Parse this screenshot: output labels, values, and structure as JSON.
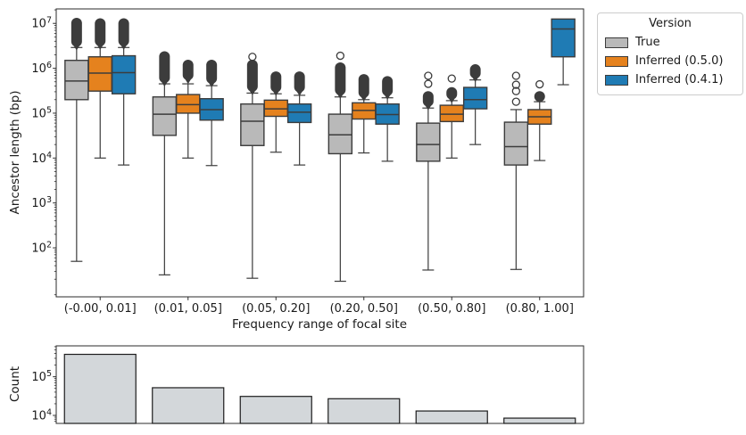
{
  "legend": {
    "title": "Version",
    "entries": [
      {
        "label": "True",
        "color": "#b9b9b9"
      },
      {
        "label": "Inferred (0.5.0)",
        "color": "#e5821e"
      },
      {
        "label": "Inferred (0.4.1)",
        "color": "#1f7bb4"
      }
    ]
  },
  "chart_data": [
    {
      "type": "box",
      "panel": "top",
      "ylabel": "Ancestor length (bp)",
      "xlabel": "Frequency range of focal site",
      "yscale": "log",
      "ylim": [
        8.1,
        21000000
      ],
      "ytick_exponents": [
        2,
        3,
        4,
        5,
        6,
        7
      ],
      "categories": [
        "(-0.00, 0.01]",
        "(0.01, 0.05]",
        "(0.05, 0.20]",
        "(0.20, 0.50]",
        "(0.50, 0.80]",
        "(0.80, 1.00]"
      ],
      "series": [
        {
          "name": "True",
          "color": "#b9b9b9",
          "boxes": [
            {
              "whislo": 50,
              "q1": 200000,
              "med": 520000,
              "q3": 1500000,
              "whishi": 2900000,
              "blob": [
                3000000,
                13300000
              ],
              "circles": []
            },
            {
              "whislo": 25,
              "q1": 32000,
              "med": 95000,
              "q3": 230000,
              "whishi": 450000,
              "blob": [
                470000,
                2400000
              ],
              "circles": []
            },
            {
              "whislo": 21,
              "q1": 19000,
              "med": 66000,
              "q3": 160000,
              "whishi": 280000,
              "blob": [
                300000,
                1550000
              ],
              "circles": [
                1800000
              ]
            },
            {
              "whislo": 18,
              "q1": 12500,
              "med": 33000,
              "q3": 95000,
              "whishi": 230000,
              "blob": [
                250000,
                1350000
              ],
              "circles": [
                1900000
              ]
            },
            {
              "whislo": 32,
              "q1": 8500,
              "med": 20000,
              "q3": 60000,
              "whishi": 130000,
              "blob": [
                140000,
                310000
              ],
              "circles": [
                450000,
                680000
              ]
            },
            {
              "whislo": 33,
              "q1": 7000,
              "med": 18000,
              "q3": 63000,
              "whishi": 120000,
              "blob": null,
              "circles": [
                180000,
                310000,
                430000,
                680000
              ]
            }
          ]
        },
        {
          "name": "Inferred (0.5.0)",
          "color": "#e5821e",
          "boxes": [
            {
              "whislo": 10000,
              "q1": 310000,
              "med": 780000,
              "q3": 1800000,
              "whishi": 2900000,
              "blob": [
                3100000,
                13000000
              ],
              "circles": []
            },
            {
              "whislo": 10000,
              "q1": 100000,
              "med": 155000,
              "q3": 260000,
              "whishi": 450000,
              "blob": [
                540000,
                1550000
              ],
              "circles": []
            },
            {
              "whislo": 13500,
              "q1": 85000,
              "med": 125000,
              "q3": 195000,
              "whishi": 270000,
              "blob": [
                290000,
                850000
              ],
              "circles": []
            },
            {
              "whislo": 13000,
              "q1": 74000,
              "med": 115000,
              "q3": 170000,
              "whishi": 200000,
              "blob": [
                220000,
                740000
              ],
              "circles": []
            },
            {
              "whislo": 10000,
              "q1": 65000,
              "med": 95000,
              "q3": 150000,
              "whishi": 190000,
              "blob": [
                200000,
                380000
              ],
              "circles": [
                590000
              ]
            },
            {
              "whislo": 8800,
              "q1": 57000,
              "med": 83000,
              "q3": 120000,
              "whishi": 180000,
              "blob": [
                200000,
                310000
              ],
              "circles": [
                440000
              ]
            }
          ]
        },
        {
          "name": "Inferred (0.4.1)",
          "color": "#1f7bb4",
          "boxes": [
            {
              "whislo": 7000,
              "q1": 270000,
              "med": 800000,
              "q3": 1900000,
              "whishi": 2900000,
              "blob": [
                3100000,
                13000000
              ],
              "circles": []
            },
            {
              "whislo": 6800,
              "q1": 70000,
              "med": 120000,
              "q3": 210000,
              "whishi": 410000,
              "blob": [
                450000,
                1550000
              ],
              "circles": []
            },
            {
              "whislo": 7000,
              "q1": 62000,
              "med": 105000,
              "q3": 160000,
              "whishi": 250000,
              "blob": [
                290000,
                850000
              ],
              "circles": []
            },
            {
              "whislo": 8500,
              "q1": 57000,
              "med": 93000,
              "q3": 160000,
              "whishi": 220000,
              "blob": [
                240000,
                670000
              ],
              "circles": []
            },
            {
              "whislo": 20000,
              "q1": 125000,
              "med": 200000,
              "q3": 375000,
              "whishi": 550000,
              "blob": [
                590000,
                1230000
              ],
              "circles": []
            },
            {
              "whislo": 430000,
              "q1": 1800000,
              "med": 7500000,
              "q3": 12500000,
              "whishi": null,
              "blob": null,
              "circles": []
            }
          ]
        }
      ]
    },
    {
      "type": "bar",
      "panel": "bottom",
      "ylabel": "Count",
      "yscale": "log",
      "ylim": [
        6200,
        630000
      ],
      "ytick_exponents": [
        4,
        5
      ],
      "categories": [
        "(-0.00, 0.01]",
        "(0.01, 0.05]",
        "(0.05, 0.20]",
        "(0.20, 0.50]",
        "(0.50, 0.80]",
        "(0.80, 1.00]"
      ],
      "values": [
        380000,
        52000,
        31000,
        27000,
        13000,
        8500
      ],
      "bar_color": "#d3d7da"
    }
  ]
}
